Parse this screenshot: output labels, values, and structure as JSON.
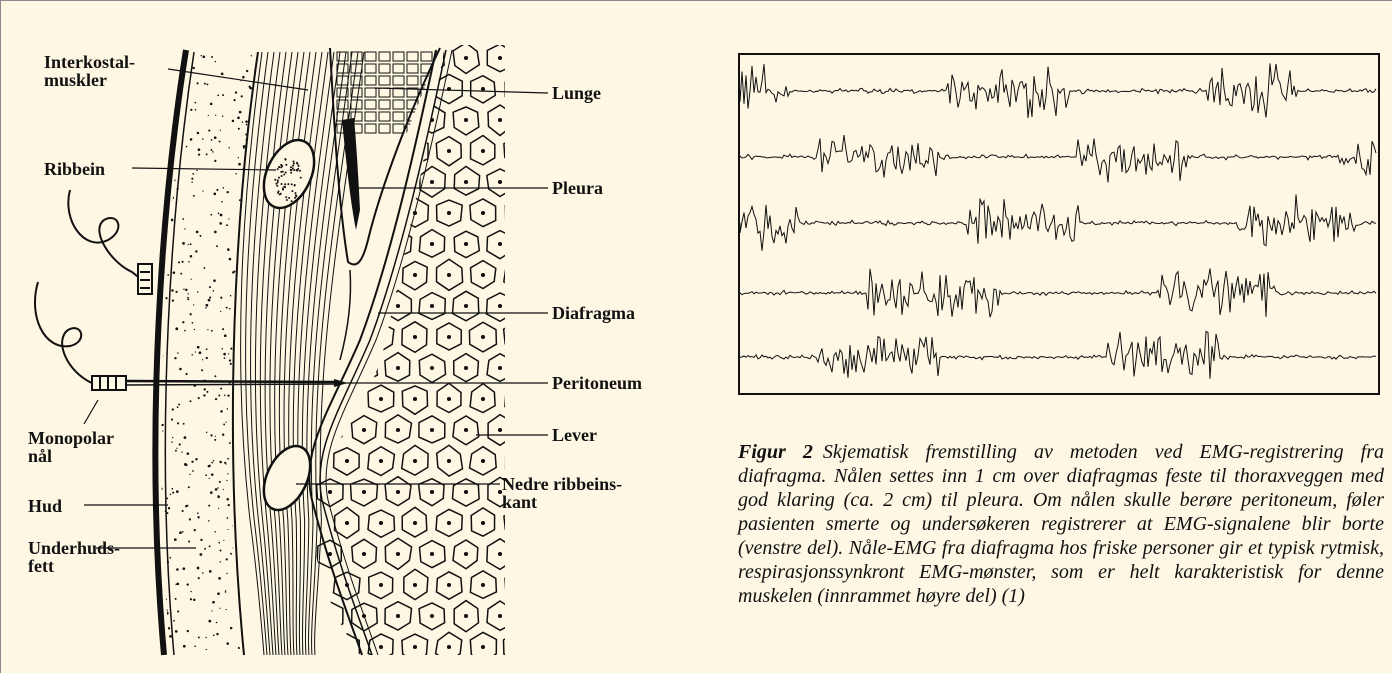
{
  "anatomy_labels": {
    "interkostalmuskler": "Interkostal-\nmuskler",
    "ribbein": "Ribbein",
    "monopolar_nal": "Monopolar\nnål",
    "hud": "Hud",
    "underhudsfett": "Underhuds-\nfett",
    "lunge": "Lunge",
    "pleura": "Pleura",
    "diafragma": "Diafragma",
    "peritoneum": "Peritoneum",
    "lever": "Lever",
    "nedre_ribbeinskant": "Nedre ribbeins-\nkant"
  },
  "caption": {
    "label": "Figur 2",
    "text": "Skjematisk fremstilling av metoden ved EMG-registrering fra diafragma. Nålen settes inn 1 cm over diafragmas feste til thoraxveggen med god klaring (ca. 2 cm) til pleura. Om nålen skulle berøre peritoneum, føler pasienten smerte og undersøkeren registrerer at EMG-signalene blir borte (venstre del). Nåle-EMG fra diafragma hos friske personer gir et typisk rytmisk, respirasjonssynkront EMG-mønster, som er helt karakteristisk for denne muskelen (innrammet høyre del) (1)"
  },
  "colors": {
    "background": "#fdf7e4",
    "ink": "#111111"
  }
}
